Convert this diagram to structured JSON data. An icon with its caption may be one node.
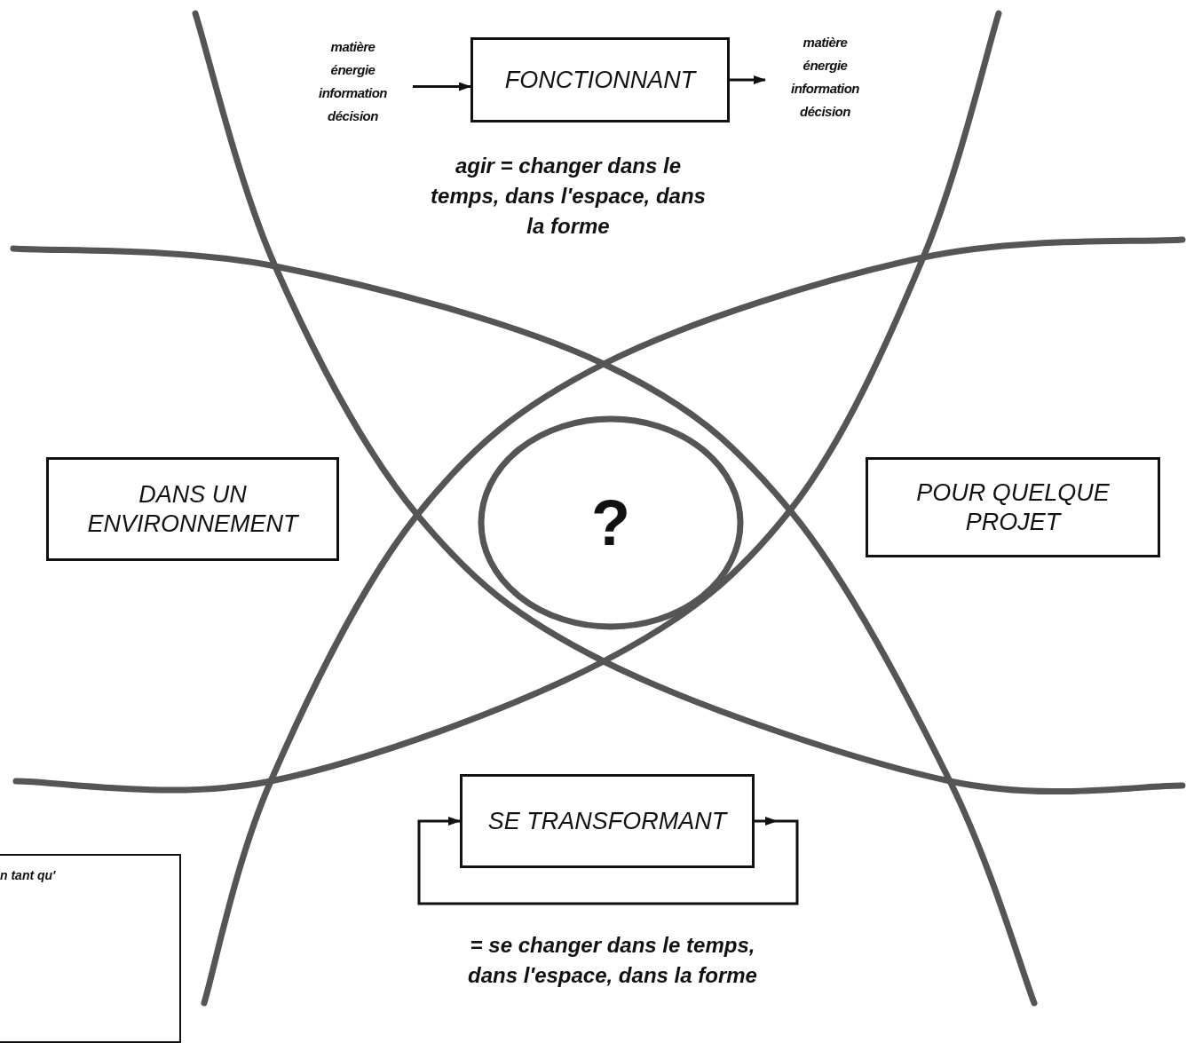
{
  "diagram": {
    "nodes": [
      {
        "text": [
          "matière énergie information décision"
        ]
      },
      {
        "text": [
          "FONCTIONNANT"
        ],
        "beside": [
          "agir = changer dans le temps, dans l'espace, dans la forme"
        ]
      },
      {
        "text": [
          "matière énergie information décision"
        ]
      },
      {
        "text": [
          "DANS UN ENVIRONNEMENT"
        ]
      },
      {
        "text": [
          "?"
        ]
      },
      {
        "text": [
          "POUR QUELQUE PROJET"
        ]
      },
      {
        "text": [
          "SE TRANSFORMANT"
        ],
        "beside": [
          "= se changer dans le temps, dans l'espace, dans la forme"
        ]
      },
      {
        "text": [
          "n tant qu'"
        ]
      }
    ],
    "edges": [
      {
        "from": 0,
        "to": 1,
        "arrow": "to"
      },
      {
        "from": 1,
        "to": 2,
        "arrow": "to"
      },
      {
        "from": 6,
        "to": 6,
        "arrow": "to"
      }
    ]
  }
}
